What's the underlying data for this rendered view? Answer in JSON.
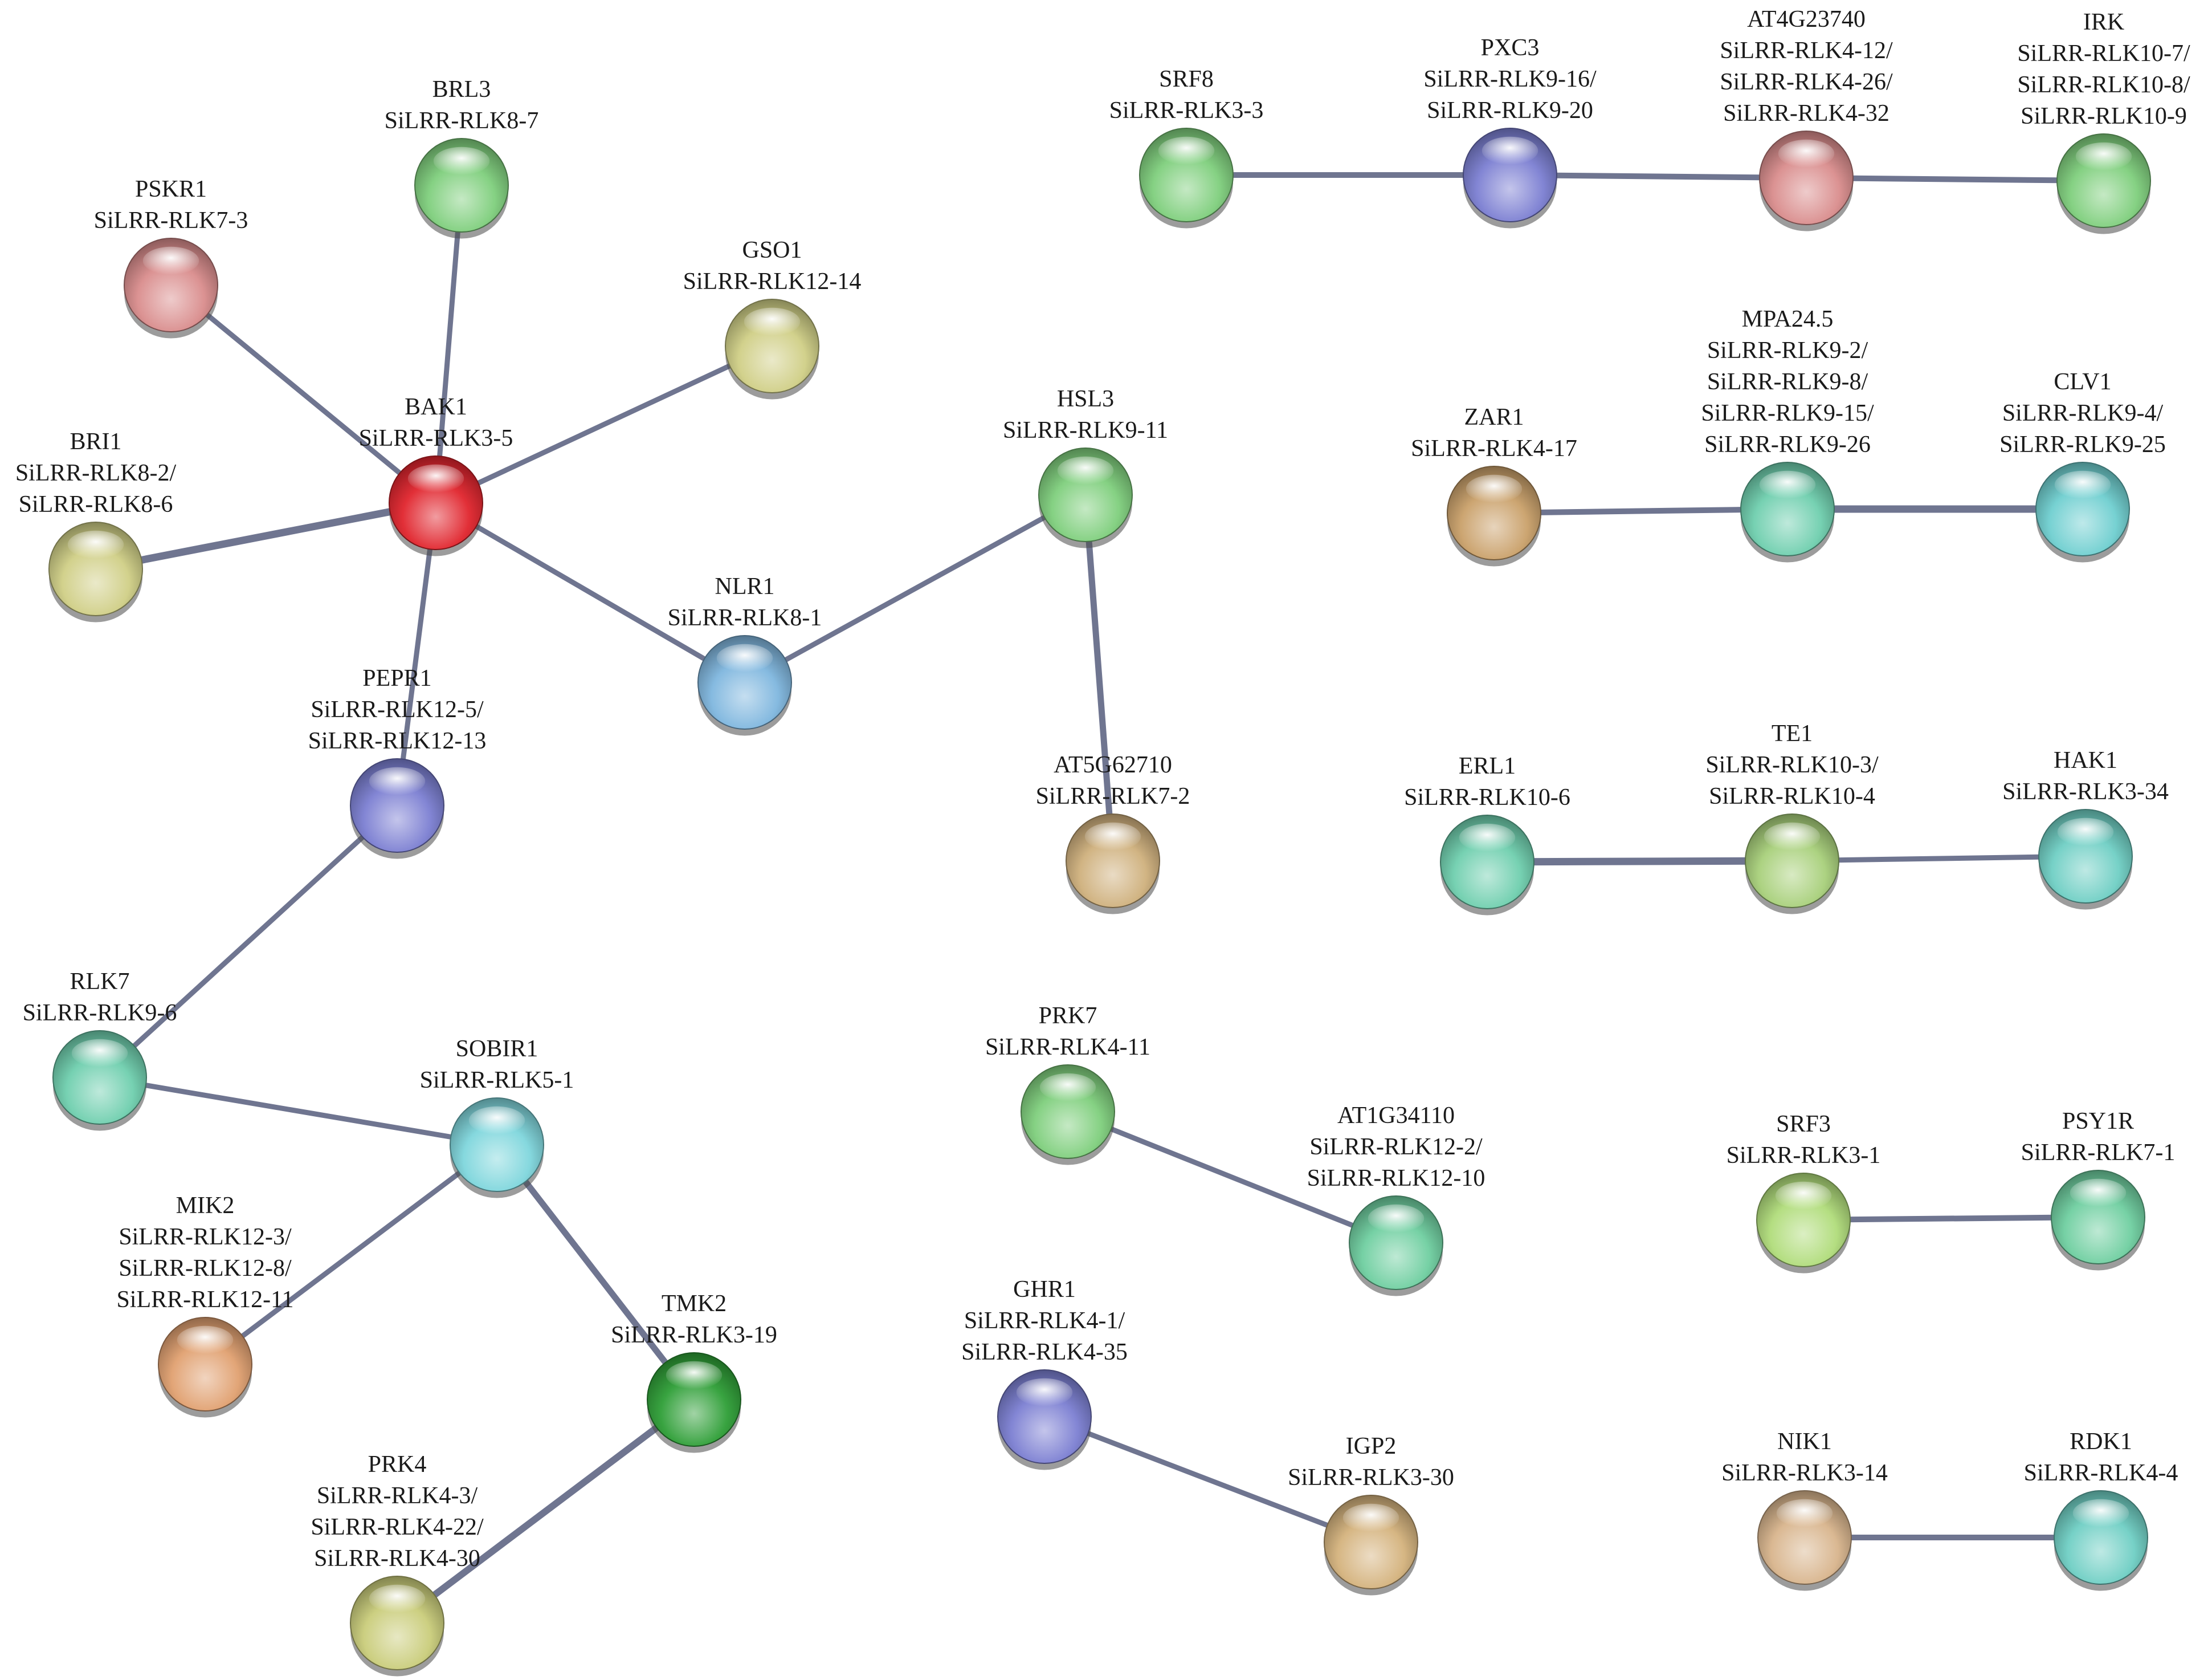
{
  "nodes": [
    {
      "id": "brl3",
      "lines": [
        "BRL3",
        "SiLRR-RLK8-7"
      ],
      "color": "#7fcf7c"
    },
    {
      "id": "pskr1",
      "lines": [
        "PSKR1",
        "SiLRR-RLK7-3"
      ],
      "color": "#d98c8c"
    },
    {
      "id": "gso1",
      "lines": [
        "GSO1",
        "SiLRR-RLK12-14"
      ],
      "color": "#d0cf86"
    },
    {
      "id": "bak1",
      "lines": [
        "BAK1",
        "SiLRR-RLK3-5"
      ],
      "color": "#e0242c"
    },
    {
      "id": "bri1",
      "lines": [
        "BRI1",
        "SiLRR-RLK8-2/",
        "SiLRR-RLK8-6"
      ],
      "color": "#d0cf86"
    },
    {
      "id": "nlr1",
      "lines": [
        "NLR1",
        "SiLRR-RLK8-1"
      ],
      "color": "#7fb6de"
    },
    {
      "id": "hsl3",
      "lines": [
        "HSL3",
        "SiLRR-RLK9-11"
      ],
      "color": "#7fcf7c"
    },
    {
      "id": "pepr1",
      "lines": [
        "PEPR1",
        "SiLRR-RLK12-5/",
        "SiLRR-RLK12-13"
      ],
      "color": "#7b7fd2"
    },
    {
      "id": "at5g62710",
      "lines": [
        "AT5G62710",
        "SiLRR-RLK7-2"
      ],
      "color": "#cfb07c"
    },
    {
      "id": "rlk7",
      "lines": [
        "RLK7",
        "SiLRR-RLK9-6"
      ],
      "color": "#6fcfae"
    },
    {
      "id": "sobir1",
      "lines": [
        "SOBIR1",
        "SiLRR-RLK5-1"
      ],
      "color": "#7fd6dc"
    },
    {
      "id": "mik2",
      "lines": [
        "MIK2",
        "SiLRR-RLK12-3/",
        "SiLRR-RLK12-8/",
        "SiLRR-RLK12-11"
      ],
      "color": "#e0a070"
    },
    {
      "id": "tmk2",
      "lines": [
        "TMK2",
        "SiLRR-RLK3-19"
      ],
      "color": "#2e9e36"
    },
    {
      "id": "prk4",
      "lines": [
        "PRK4",
        "SiLRR-RLK4-3/",
        "SiLRR-RLK4-22/",
        "SiLRR-RLK4-30"
      ],
      "color": "#c9cc7a"
    },
    {
      "id": "prk7",
      "lines": [
        "PRK7",
        "SiLRR-RLK4-11"
      ],
      "color": "#7fcf7c"
    },
    {
      "id": "at1g34110",
      "lines": [
        "AT1G34110",
        "SiLRR-RLK12-2/",
        "SiLRR-RLK12-10"
      ],
      "color": "#6fcfa0"
    },
    {
      "id": "ghr1",
      "lines": [
        "GHR1",
        "SiLRR-RLK4-1/",
        "SiLRR-RLK4-35"
      ],
      "color": "#7b7fd2"
    },
    {
      "id": "igp2",
      "lines": [
        "IGP2",
        "SiLRR-RLK3-30"
      ],
      "color": "#d4b27c"
    },
    {
      "id": "srf8",
      "lines": [
        "SRF8",
        "SiLRR-RLK3-3"
      ],
      "color": "#7fcf7c"
    },
    {
      "id": "pxc3",
      "lines": [
        "PXC3",
        "SiLRR-RLK9-16/",
        "SiLRR-RLK9-20"
      ],
      "color": "#7b7fd2"
    },
    {
      "id": "at4g23740",
      "lines": [
        "AT4G23740",
        "SiLRR-RLK4-12/",
        "SiLRR-RLK4-26/",
        "SiLRR-RLK4-32"
      ],
      "color": "#d98c8c"
    },
    {
      "id": "irk",
      "lines": [
        "IRK",
        "SiLRR-RLK10-7/",
        "SiLRR-RLK10-8/",
        "SiLRR-RLK10-9"
      ],
      "color": "#7fcf7c"
    },
    {
      "id": "zar1",
      "lines": [
        "ZAR1",
        "SiLRR-RLK4-17"
      ],
      "color": "#c9a06a"
    },
    {
      "id": "mpa24_5",
      "lines": [
        "MPA24.5",
        "SiLRR-RLK9-2/",
        "SiLRR-RLK9-8/",
        "SiLRR-RLK9-15/",
        "SiLRR-RLK9-26"
      ],
      "color": "#6fcfae"
    },
    {
      "id": "clv1",
      "lines": [
        "CLV1",
        "SiLRR-RLK9-4/",
        "SiLRR-RLK9-25"
      ],
      "color": "#6fcfd0"
    },
    {
      "id": "erl1",
      "lines": [
        "ERL1",
        "SiLRR-RLK10-6"
      ],
      "color": "#6fcfae"
    },
    {
      "id": "te1",
      "lines": [
        "TE1",
        "SiLRR-RLK10-3/",
        "SiLRR-RLK10-4"
      ],
      "color": "#a8d07a"
    },
    {
      "id": "hak1",
      "lines": [
        "HAK1",
        "SiLRR-RLK3-34"
      ],
      "color": "#6fcfc4"
    },
    {
      "id": "srf3",
      "lines": [
        "SRF3",
        "SiLRR-RLK3-1"
      ],
      "color": "#b0dc7a"
    },
    {
      "id": "psy1r",
      "lines": [
        "PSY1R",
        "SiLRR-RLK7-1"
      ],
      "color": "#6fcfa0"
    },
    {
      "id": "nik1",
      "lines": [
        "NIK1",
        "SiLRR-RLK3-14"
      ],
      "color": "#d8b48c"
    },
    {
      "id": "rdk1",
      "lines": [
        "RDK1",
        "SiLRR-RLK4-4"
      ],
      "color": "#6fcfc4"
    }
  ],
  "edges": [
    [
      "bak1",
      "brl3"
    ],
    [
      "bak1",
      "pskr1"
    ],
    [
      "bak1",
      "gso1"
    ],
    [
      "bak1",
      "bri1"
    ],
    [
      "bak1",
      "nlr1"
    ],
    [
      "bak1",
      "pepr1"
    ],
    [
      "nlr1",
      "hsl3"
    ],
    [
      "hsl3",
      "at5g62710"
    ],
    [
      "pepr1",
      "rlk7"
    ],
    [
      "rlk7",
      "sobir1"
    ],
    [
      "sobir1",
      "mik2"
    ],
    [
      "sobir1",
      "tmk2"
    ],
    [
      "tmk2",
      "prk4"
    ],
    [
      "prk7",
      "at1g34110"
    ],
    [
      "ghr1",
      "igp2"
    ],
    [
      "srf8",
      "pxc3"
    ],
    [
      "pxc3",
      "at4g23740"
    ],
    [
      "at4g23740",
      "irk"
    ],
    [
      "zar1",
      "mpa24_5"
    ],
    [
      "mpa24_5",
      "clv1"
    ],
    [
      "erl1",
      "te1"
    ],
    [
      "te1",
      "hak1"
    ],
    [
      "srf3",
      "psy1r"
    ],
    [
      "nik1",
      "rdk1"
    ]
  ]
}
